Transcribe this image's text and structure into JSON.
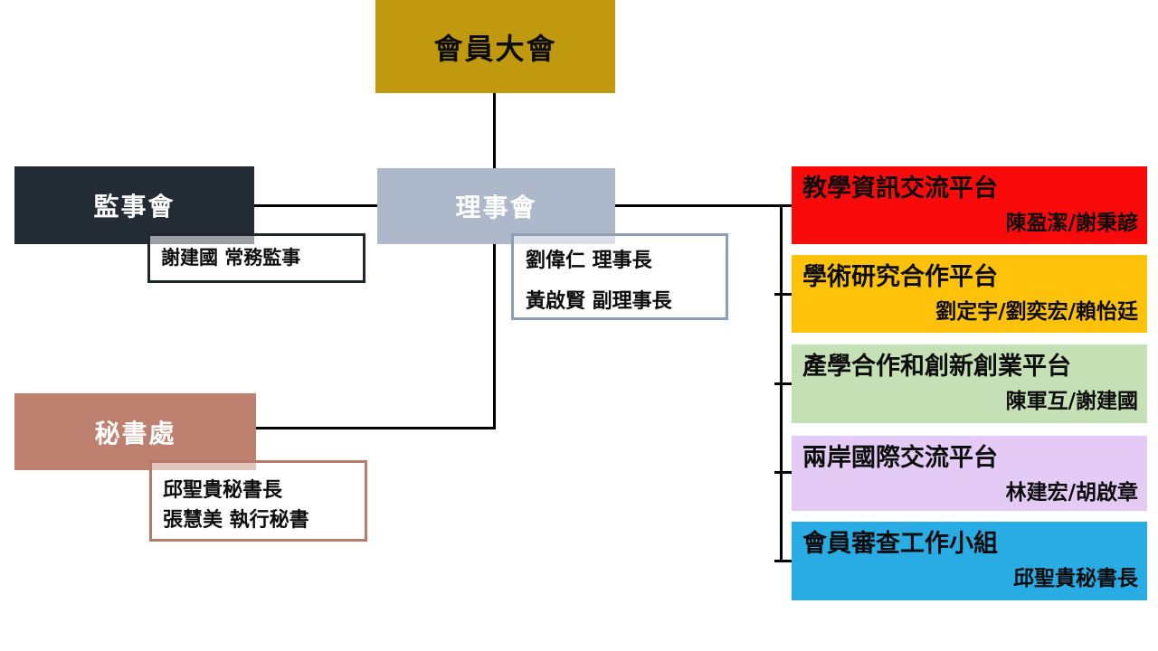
{
  "assembly": {
    "label": "會員大會",
    "bg": "#C0990F"
  },
  "supervisors": {
    "label": "監事會",
    "bg": "#232B35",
    "detail": "謝建國 常務監事",
    "detail_border": "#20262E"
  },
  "board": {
    "label": "理事會",
    "bg": "#ADB9CA",
    "detail_lines": [
      "劉偉仁 理事長",
      "黃啟賢 副理事長"
    ],
    "detail_border": "#8E9EB3"
  },
  "secretariat": {
    "label": "秘書處",
    "bg": "#BE8170",
    "detail_lines": [
      "邱聖貴秘書長",
      "張慧美 執行秘書"
    ],
    "detail_border": "#B87A6A"
  },
  "platforms": [
    {
      "title": "教學資訊交流平台",
      "members": "陳盈潔/謝秉諺",
      "color": "#FA0A0A"
    },
    {
      "title": "學術研究合作平台",
      "members": "劉定宇/劉奕宏/賴怡廷",
      "color": "#FFC20A"
    },
    {
      "title": "產學合作和創新創業平台",
      "members": "陳軍互/謝建國",
      "color": "#C5E0B4"
    },
    {
      "title": "兩岸國際交流平台",
      "members": "林建宏/胡啟章",
      "color": "#E3CBF5"
    },
    {
      "title": "會員審查工作小組",
      "members": "邱聖貴秘書長",
      "color": "#29ACE3"
    }
  ],
  "connectors": {
    "color": "#000000"
  }
}
